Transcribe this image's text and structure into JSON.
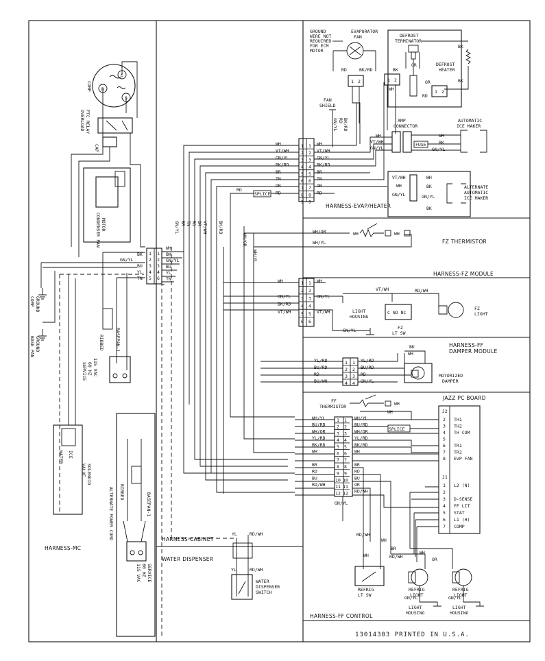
{
  "footer": "13014303 PRINTED IN U.S.A.",
  "sections": {
    "harness_mc": "HARNESS-MC",
    "harness_cabinet": "HARNESS-CABINET",
    "water_dispenser": "WATER DISPENSER",
    "harness_evap": "HARNESS-EVAP/HEATER",
    "fz_thermistor": "FZ THERMISTOR",
    "harness_fz": "HARNESS-FZ MODULE",
    "harness_ff_damper": [
      "HARNESS-FF",
      "DAMPER MODULE"
    ],
    "jazz_pc": "JAZZ PC BOARD",
    "harness_ff_control": "HARNESS-FF CONTROL"
  },
  "components": {
    "comp": "COMP",
    "overload": [
      "OVERLOAD",
      "PTC RELAY"
    ],
    "cap": "CAP",
    "condenser_fan": [
      "CONDENSER FAN",
      "MOTOR"
    ],
    "comp_ground": [
      "COMP",
      "GROUND"
    ],
    "base_pan_ground": [
      "BASE PAN",
      "GROUND"
    ],
    "basepan_plug1": "BASEPAN-1",
    "ribbed1": "RIBBED",
    "service1": [
      "115 VAC",
      "60 HZ",
      "SERVICE"
    ],
    "solenoid": [
      "SOLENOID",
      "VALVE"
    ],
    "ice": "ICE",
    "water": "WATER",
    "basepan_plug2": "BASEPAN-1",
    "ribbed2": "RIBBED",
    "service2": [
      "115 VAC",
      "60 HZ",
      "SERVICE"
    ],
    "alt_cord": "ALTERNATE POWER CORD",
    "ground_wire": [
      "GROUND",
      "WIRE NOT",
      "REQUIRED",
      "FOR ECM",
      "MOTOR"
    ],
    "evap_fan": [
      "EVAPORATOR",
      "FAN"
    ],
    "defrost_term": [
      "DEFROST",
      "TERMINATOR"
    ],
    "defrost_heater": [
      "DEFROST",
      "HEATER"
    ],
    "fan_shield": [
      "FAN",
      "SHIELD"
    ],
    "amp_connector": [
      "AMP",
      "CONNECTOR"
    ],
    "auto_ice": [
      "AUTOMATIC",
      "ICE MAKER"
    ],
    "alt_ice": [
      "ALTERNATE",
      "AUTOMATIC",
      "ICE MAKER"
    ],
    "fuse": "FUSE",
    "splice": "SPLICE",
    "light_housing": [
      "LIGHT",
      "HOUSING"
    ],
    "fz_lt_sw": [
      "FZ",
      "LT SW"
    ],
    "fz_light": [
      "FZ",
      "LIGHT"
    ],
    "c_no_nc": "C NO NC",
    "motorized_damper": [
      "MOTORIZED",
      "DAMPER"
    ],
    "ff_thermistor": [
      "FF",
      "THERMISTOR"
    ],
    "refrig_lt_sw": [
      "REFRIG",
      "LT SW"
    ],
    "refrig_light1": [
      "REFRIG",
      "LIGHT"
    ],
    "refrig_light2": [
      "REFRIG",
      "LIGHT"
    ],
    "light_housing_b1": [
      "LIGHT",
      "HOUSING"
    ],
    "light_housing_b2": [
      "LIGHT",
      "HOUSING"
    ],
    "water_dispenser_switch": [
      "WATER",
      "DISPENSER",
      "SWITCH"
    ]
  },
  "mc_connector": {
    "wires_left": [
      "BK",
      "GN/YL",
      "BU",
      "YL",
      "TN"
    ],
    "wires_right": [
      "WH",
      "BK",
      "GN/YL",
      "BU",
      "YL",
      "TN"
    ]
  },
  "evap_connector": {
    "left": [
      "WH",
      "VT/WH",
      "GN/YL",
      "BK/RD",
      "BR",
      "TN",
      "OR",
      "RD",
      ""
    ],
    "right": [
      "WH",
      "VT/WH",
      "GN/YL",
      "BK/RD",
      "BR",
      "TN",
      "OR",
      "RD",
      ""
    ]
  },
  "fz_connector": {
    "left": [
      "WH",
      "",
      "GN/YL",
      "BK/RD",
      "VT/WH",
      ""
    ],
    "right": [
      "WH",
      "",
      "GN/YL",
      "",
      "VT/WH",
      ""
    ]
  },
  "damper_connector": {
    "left": [
      "YL/RD",
      "BU/RD",
      "RD",
      "BU/WH"
    ],
    "right": [
      "YL/RD",
      "BU/RD",
      "RD",
      "GN/YL"
    ]
  },
  "ff_connector": {
    "left": [
      "WH/YL",
      "BU/RD",
      "WH/OR",
      "YL/RD",
      "BK/RD",
      "WH",
      "",
      "BR",
      "RD",
      "BU",
      "RD/WH",
      ""
    ],
    "right": [
      "WH/YL",
      "BU/RD",
      "WH/OR",
      "YL/RD",
      "BK/RD",
      "WH",
      "",
      "BR",
      "RD",
      "BU",
      "OR",
      "RD/WH"
    ]
  },
  "pc_board": {
    "j2": "J2",
    "j1": "J1",
    "j2_labels": [
      "TH1",
      "TH2",
      "TH COM",
      "",
      "TR1",
      "TR2",
      "EVP FAN"
    ],
    "j1_labels": [
      "L2 (N)",
      "",
      "D-SENSE",
      "FF LIT",
      "STAT",
      "L1 (H)",
      "COMP"
    ]
  },
  "vertical_bundle": [
    "GN/YL",
    "BR",
    "TN",
    "RD",
    "OR",
    "VT/WH",
    "BK/RD",
    "WH/OR",
    "WH/YL"
  ]
}
